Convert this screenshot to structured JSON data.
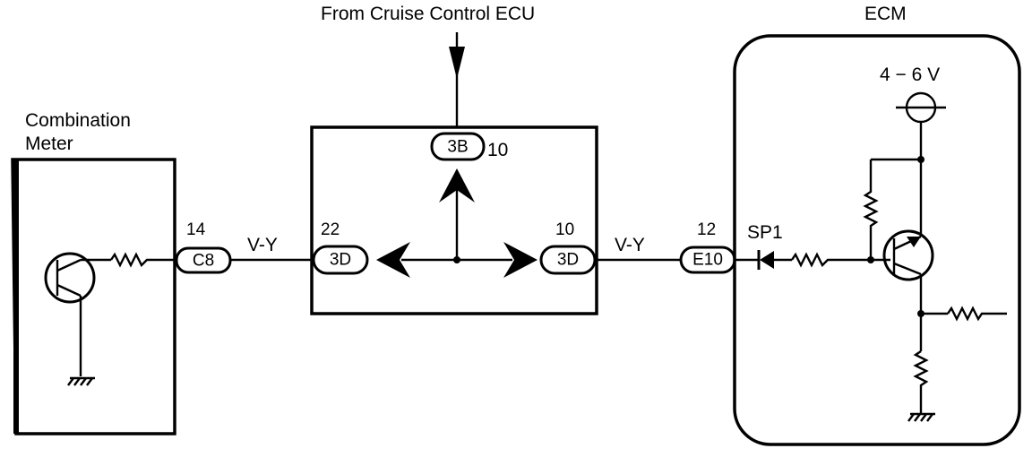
{
  "labels": {
    "from_cruise": "From Cruise Control ECU",
    "ecm": "ECM",
    "voltage": "4 − 6 V",
    "combination_meter_line1": "Combination",
    "combination_meter_line2": "Meter",
    "wire_left": "V-Y",
    "wire_right": "V-Y",
    "sp1": "SP1"
  },
  "connectors": {
    "c8": {
      "code": "C8",
      "pin": "14"
    },
    "jb_left": {
      "code": "3D",
      "pin": "22"
    },
    "jb_top": {
      "code": "3B",
      "pin": "10"
    },
    "jb_right": {
      "code": "3D",
      "pin": "10"
    },
    "e10": {
      "code": "E10",
      "pin": "12"
    }
  }
}
